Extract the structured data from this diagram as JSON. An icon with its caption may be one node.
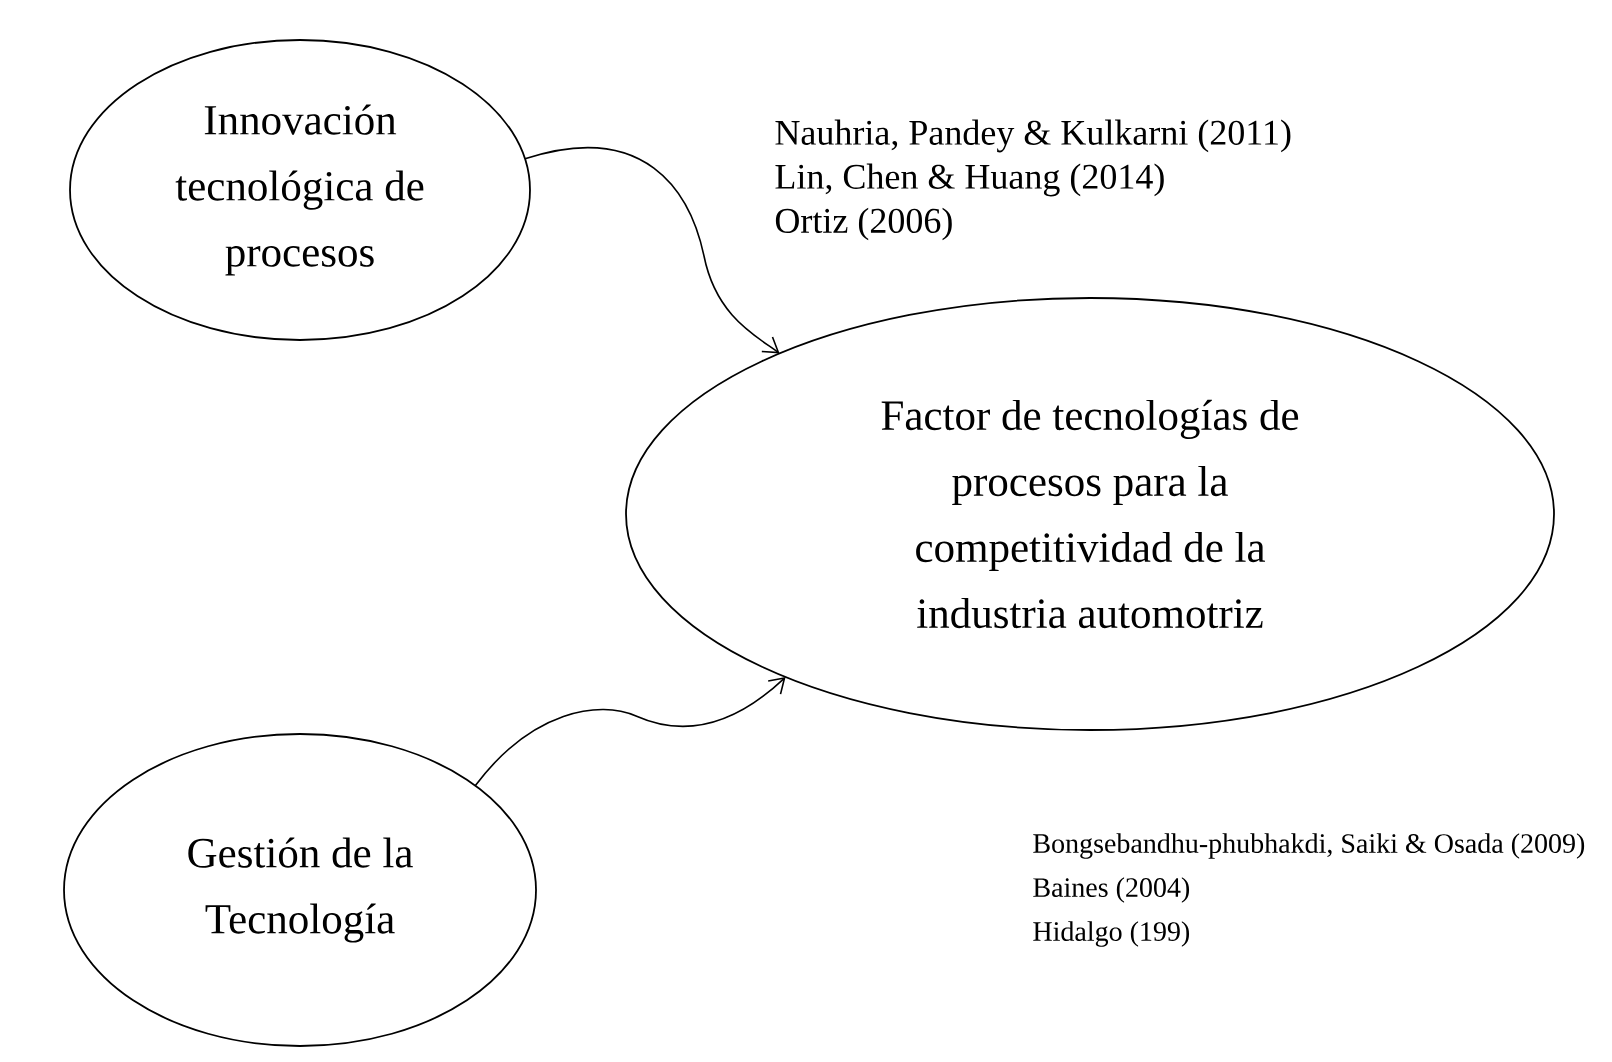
{
  "diagram": {
    "nodes": [
      {
        "text": [
          "Innovación tecnológica de procesos"
        ]
      },
      {
        "text": [
          "Factor de tecnologías de procesos para la competitividad de la industria automotriz"
        ]
      },
      {
        "text": [
          "Gestión de la Tecnología"
        ]
      }
    ],
    "edges": [
      {
        "from": 0,
        "to": 1,
        "arrow": "to"
      },
      {
        "from": 2,
        "to": 1,
        "arrow": "to"
      }
    ],
    "labels": [
      "Nauhria, Pandey & Kulkarni (2011)",
      "Lin, Chen & Huang (2014)",
      "Ortiz (2006)",
      "Bongsebandhu-phubhakdi, Saiki & Osada (2009)",
      "Baines (2004)",
      "Hidalgo (199)"
    ]
  }
}
